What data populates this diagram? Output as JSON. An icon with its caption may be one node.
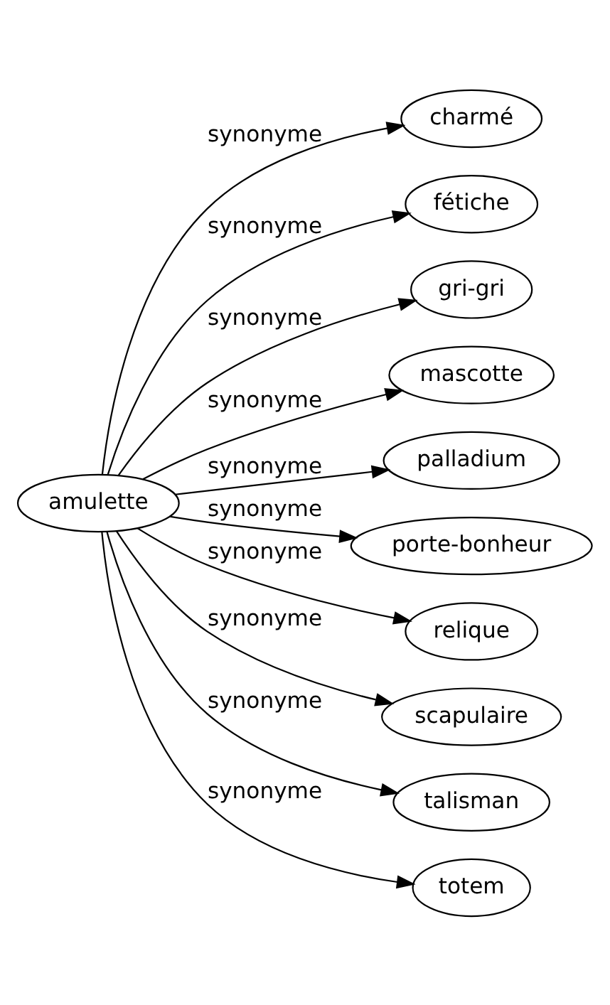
{
  "diagram": {
    "nodes": [
      {
        "text": [
          "amulette"
        ]
      },
      {
        "text": [
          "charmé"
        ]
      },
      {
        "text": [
          "fétiche"
        ]
      },
      {
        "text": [
          "gri-gri"
        ]
      },
      {
        "text": [
          "mascotte"
        ]
      },
      {
        "text": [
          "palladium"
        ]
      },
      {
        "text": [
          "porte-bonheur"
        ]
      },
      {
        "text": [
          "relique"
        ]
      },
      {
        "text": [
          "scapulaire"
        ]
      },
      {
        "text": [
          "talisman"
        ]
      },
      {
        "text": [
          "totem"
        ]
      }
    ],
    "edges": [
      {
        "from": 0,
        "to": 1,
        "arrow": "to",
        "label": "synonyme"
      },
      {
        "from": 0,
        "to": 2,
        "arrow": "to",
        "label": "synonyme"
      },
      {
        "from": 0,
        "to": 3,
        "arrow": "to",
        "label": "synonyme"
      },
      {
        "from": 0,
        "to": 4,
        "arrow": "to",
        "label": "synonyme"
      },
      {
        "from": 0,
        "to": 5,
        "arrow": "to",
        "label": "synonyme"
      },
      {
        "from": 0,
        "to": 6,
        "arrow": "to",
        "label": "synonyme"
      },
      {
        "from": 0,
        "to": 7,
        "arrow": "to",
        "label": "synonyme"
      },
      {
        "from": 0,
        "to": 8,
        "arrow": "to",
        "label": "synonyme"
      },
      {
        "from": 0,
        "to": 9,
        "arrow": "to",
        "label": "synonyme"
      },
      {
        "from": 0,
        "to": 10,
        "arrow": "to",
        "label": "synonyme"
      }
    ]
  }
}
